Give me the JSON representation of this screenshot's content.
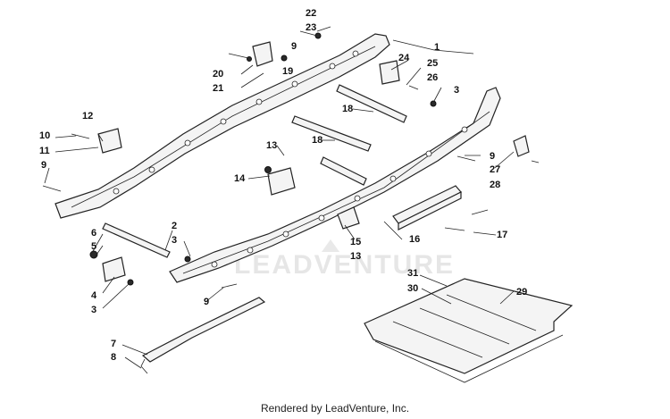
{
  "watermark": "LEADVENTURE",
  "credit": "Rendered by LeadVenture, Inc.",
  "callouts": [
    "1",
    "2",
    "3",
    "3",
    "3",
    "4",
    "5",
    "6",
    "7",
    "8",
    "9",
    "9",
    "9",
    "9",
    "10",
    "11",
    "12",
    "13",
    "13",
    "14",
    "15",
    "16",
    "17",
    "18",
    "18",
    "19",
    "20",
    "21",
    "22",
    "23",
    "24",
    "25",
    "26",
    "27",
    "28",
    "29",
    "30",
    "31"
  ]
}
